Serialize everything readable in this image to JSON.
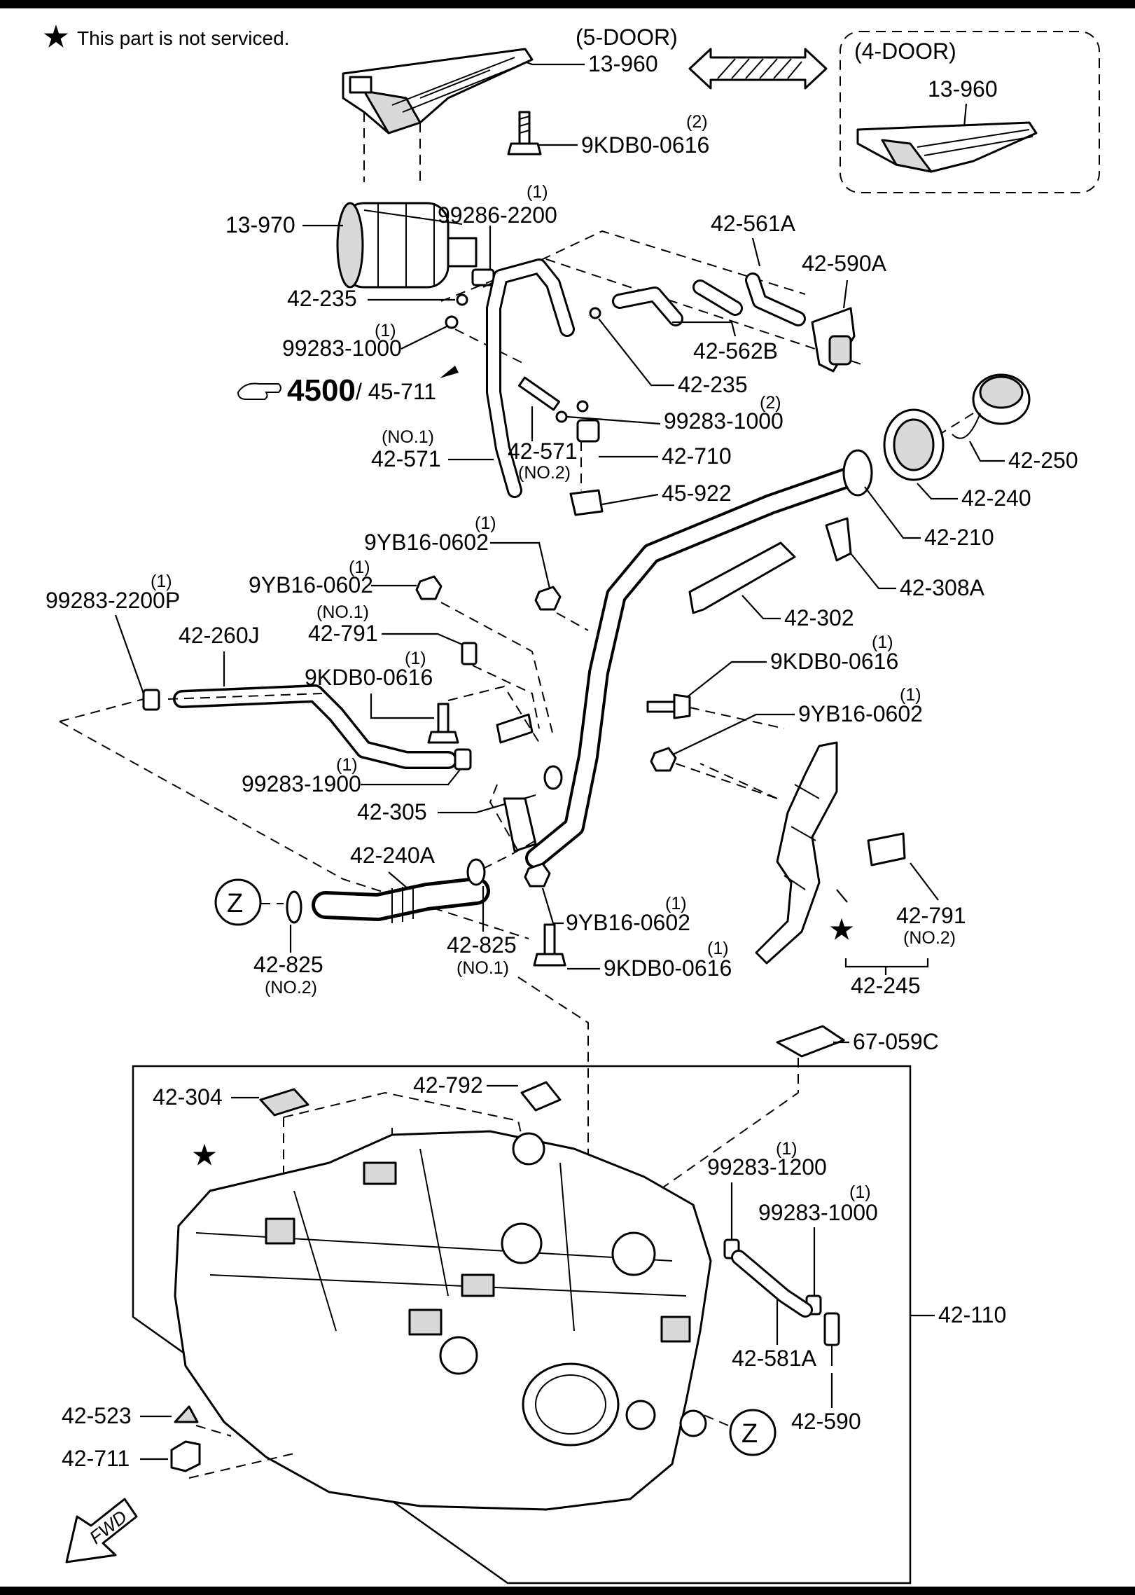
{
  "note": "This part is not serviced.",
  "variants": {
    "five_door": "(5-DOOR)",
    "four_door": "(4-DOOR)"
  },
  "ref": {
    "major": "4500",
    "minor": "/ 45-711"
  },
  "fwd": "FWD",
  "zone": "Z",
  "labels": {
    "l13960a": "13-960",
    "l13960b": "13-960",
    "l9kdb_top": "9KDB0-0616",
    "q9kdb_top": "(2)",
    "l13970": "13-970",
    "l99286": "99286-2200",
    "q99286": "(1)",
    "l42235a": "42-235",
    "l99283_1000a": "99283-1000",
    "q99283_1000a": "(1)",
    "l42561a": "42-561A",
    "l42590a": "42-590A",
    "l42562b": "42-562B",
    "l42235b": "42-235",
    "l99283_1000b": "99283-1000",
    "q99283_1000b": "(2)",
    "l42571_no1": "42-571",
    "s42571_no1": "(NO.1)",
    "l42571_no2": "42-571",
    "s42571_no2": "(NO.2)",
    "l42710": "42-710",
    "l45922": "45-922",
    "l42250": "42-250",
    "l42240": "42-240",
    "l42210": "42-210",
    "l42308a": "42-308A",
    "l42302": "42-302",
    "l9yb_a": "9YB16-0602",
    "q9yb_a": "(1)",
    "l9yb_b": "9YB16-0602",
    "q9yb_b": "(1)",
    "l99283_2200p": "99283-2200P",
    "q99283_2200p": "(1)",
    "l42260j": "42-260J",
    "l42791_no1": "42-791",
    "s42791_no1": "(NO.1)",
    "l9kdb_mid": "9KDB0-0616",
    "q9kdb_mid": "(1)",
    "l9kdb_right": "9KDB0-0616",
    "q9kdb_right": "(1)",
    "l9yb_right": "9YB16-0602",
    "q9yb_right": "(1)",
    "l99283_1900": "99283-1900",
    "q99283_1900": "(1)",
    "l42305": "42-305",
    "l42240a": "42-240A",
    "l42825_no2": "42-825",
    "s42825_no2": "(NO.2)",
    "l42825_no1": "42-825",
    "s42825_no1": "(NO.1)",
    "l9yb_low": "9YB16-0602",
    "q9yb_low": "(1)",
    "l9kdb_low": "9KDB0-0616",
    "q9kdb_low": "(1)",
    "l42791_no2": "42-791",
    "s42791_no2": "(NO.2)",
    "l42245": "42-245",
    "l67059c": "67-059C",
    "l42304": "42-304",
    "l42792": "42-792",
    "l99283_1200": "99283-1200",
    "q99283_1200": "(1)",
    "l99283_1000c": "99283-1000",
    "q99283_1000c": "(1)",
    "l42110": "42-110",
    "l42581a": "42-581A",
    "l42590": "42-590",
    "l42523": "42-523",
    "l42711": "42-711"
  }
}
